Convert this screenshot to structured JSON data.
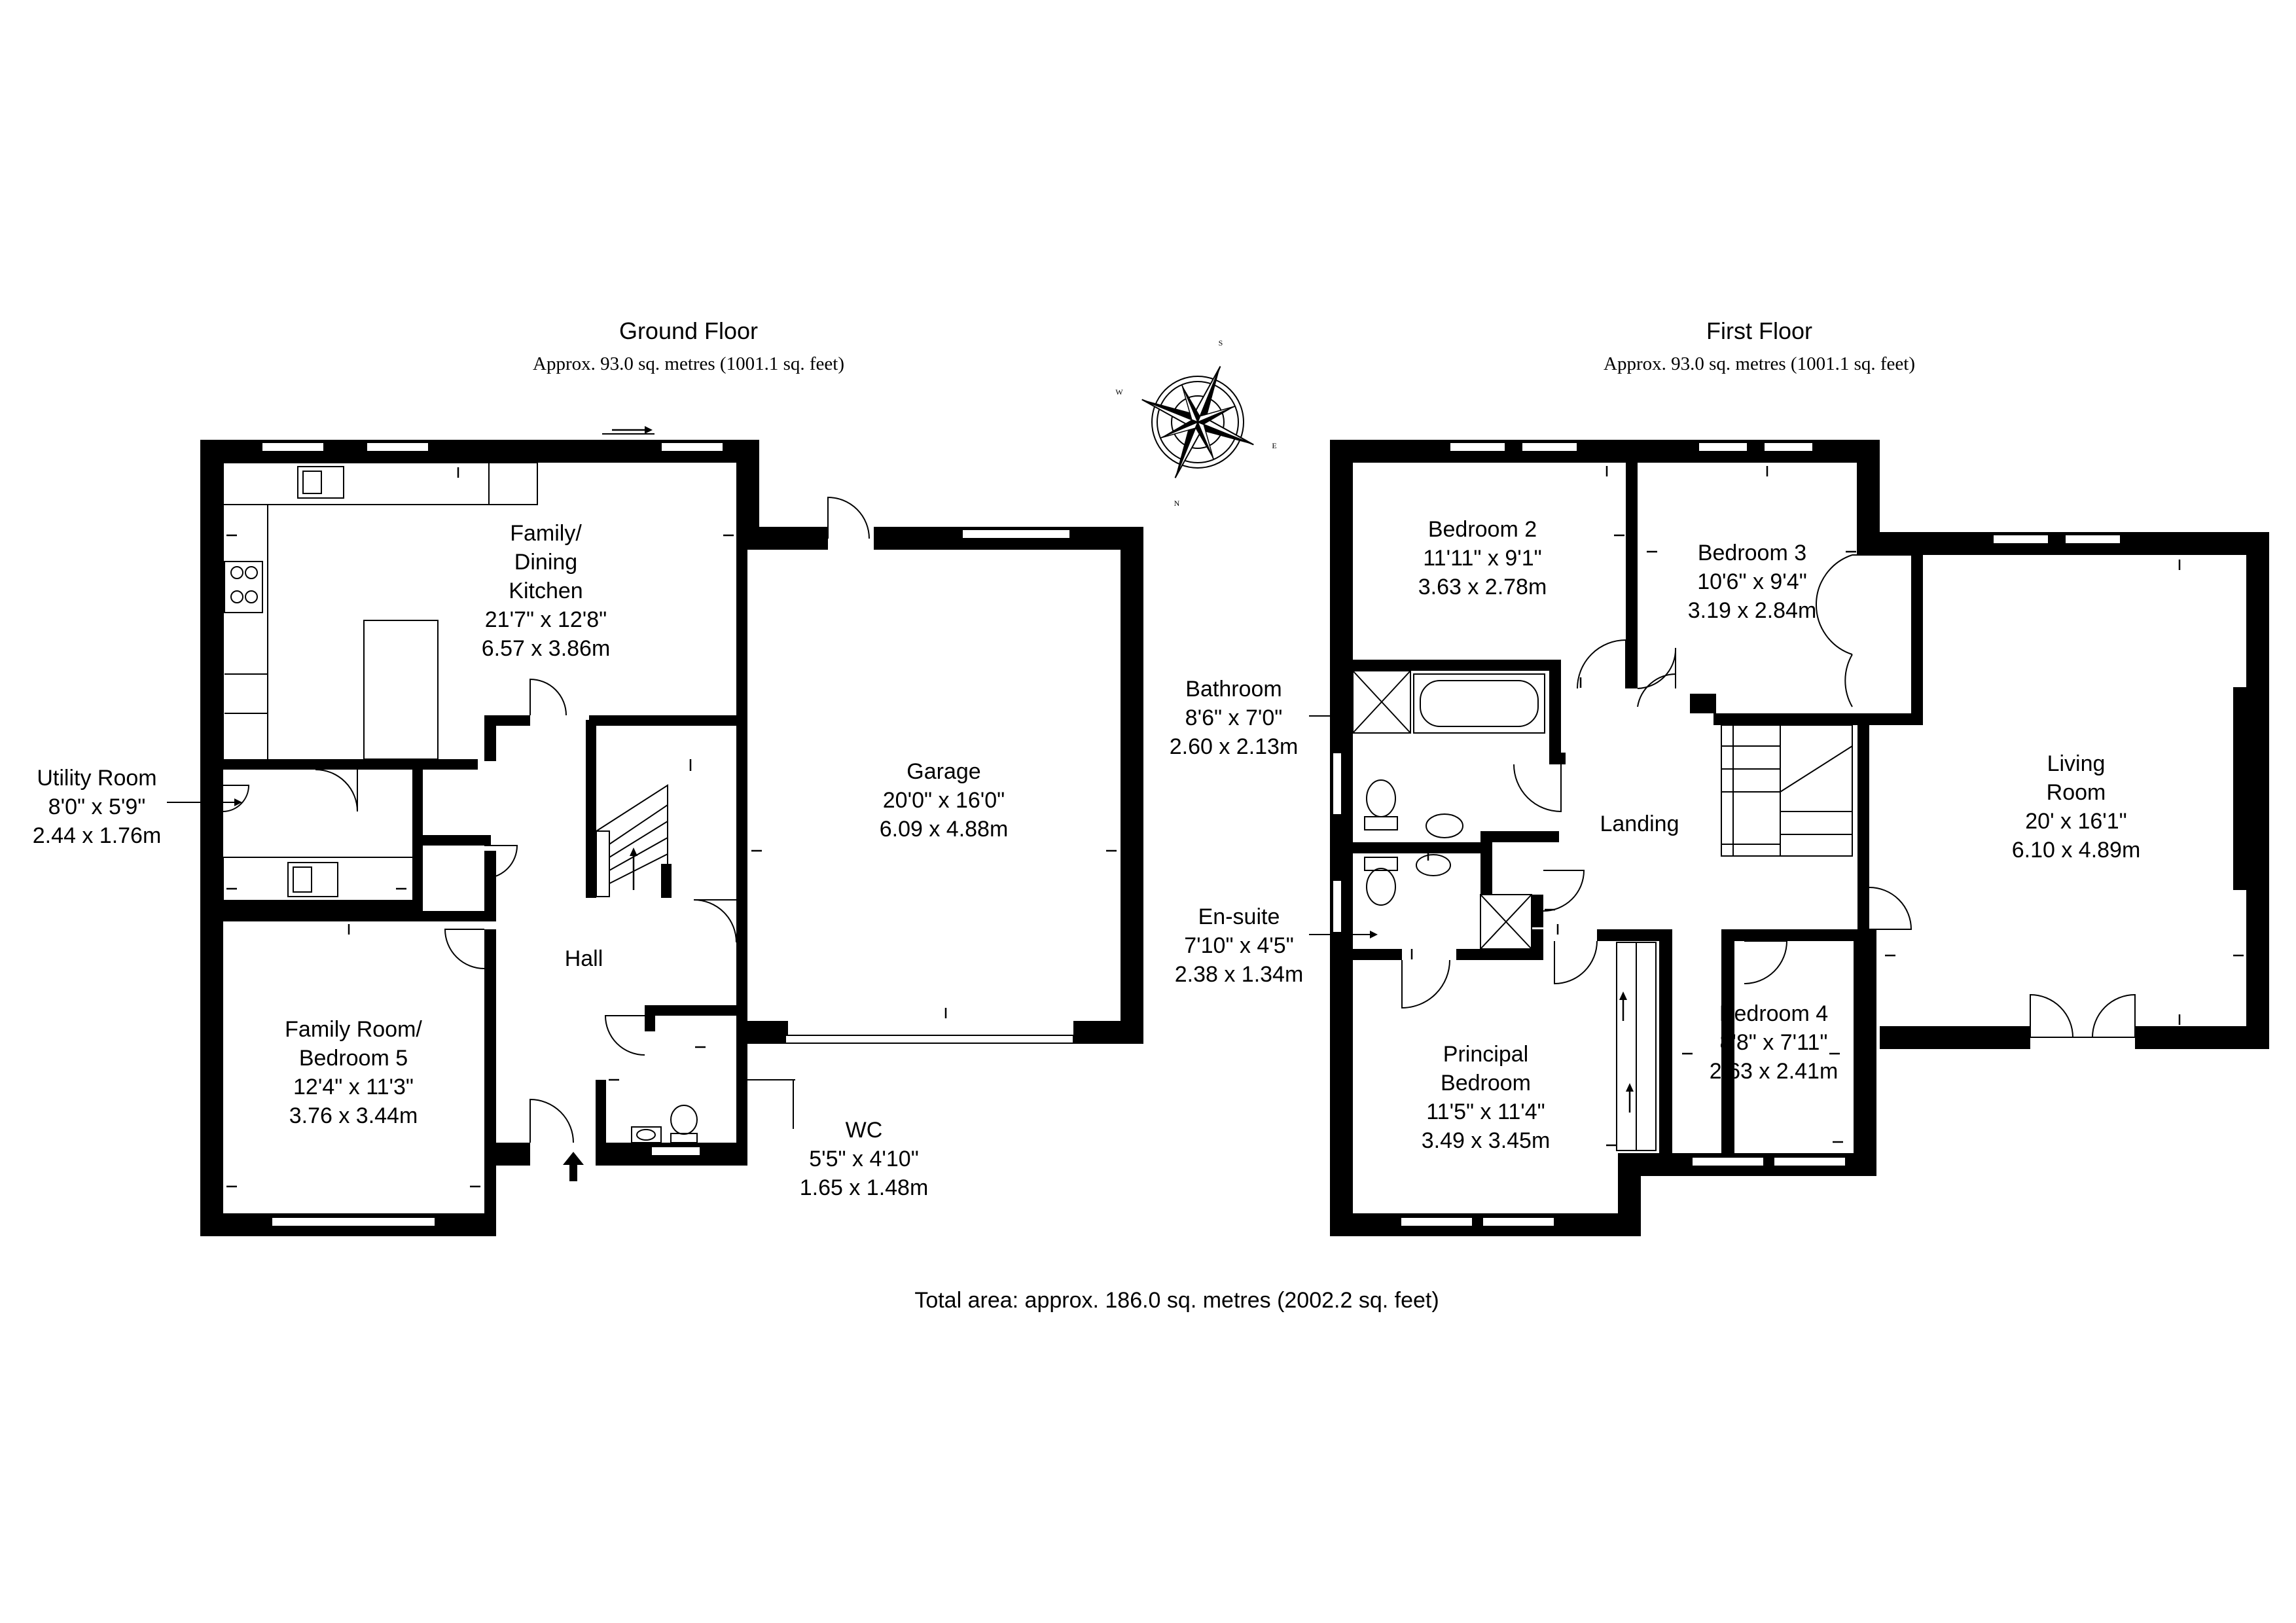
{
  "floors": {
    "ground": {
      "title": "Ground Floor",
      "area": "Approx. 93.0 sq. metres (1001.1 sq. feet)",
      "rooms": {
        "kitchen": {
          "name_lines": [
            "Family/",
            "Dining",
            "Kitchen"
          ],
          "imperial": "21'7\" x 12'8\"",
          "metric": "6.57 x 3.86m"
        },
        "utility": {
          "name": "Utility Room",
          "imperial": "8'0\" x 5'9\"",
          "metric": "2.44 x 1.76m"
        },
        "family_room": {
          "name_lines": [
            "Family Room/",
            "Bedroom 5"
          ],
          "imperial": "12'4\" x 11'3\"",
          "metric": "3.76 x 3.44m"
        },
        "hall": {
          "name": "Hall"
        },
        "garage": {
          "name": "Garage",
          "imperial": "20'0\" x 16'0\"",
          "metric": "6.09 x 4.88m"
        },
        "wc": {
          "name": "WC",
          "imperial": "5'5\" x 4'10\"",
          "metric": "1.65 x 1.48m"
        }
      }
    },
    "first": {
      "title": "First Floor",
      "area": "Approx. 93.0 sq. metres (1001.1 sq. feet)",
      "rooms": {
        "bedroom2": {
          "name": "Bedroom 2",
          "imperial": "11'11\" x 9'1\"",
          "metric": "3.63 x 2.78m"
        },
        "bedroom3": {
          "name": "Bedroom 3",
          "imperial": "10'6\" x 9'4\"",
          "metric": "3.19 x 2.84m"
        },
        "bathroom": {
          "name": "Bathroom",
          "imperial": "8'6\" x 7'0\"",
          "metric": "2.60 x 2.13m"
        },
        "landing": {
          "name": "Landing"
        },
        "living": {
          "name_lines": [
            "Living",
            "Room"
          ],
          "imperial": "20' x 16'1\"",
          "metric": "6.10 x 4.89m"
        },
        "ensuite": {
          "name": "En-suite",
          "imperial": "7'10\" x 4'5\"",
          "metric": "2.38 x 1.34m"
        },
        "principal": {
          "name_lines": [
            "Principal",
            "Bedroom"
          ],
          "imperial": "11'5\" x 11'4\"",
          "metric": "3.49 x 3.45m"
        },
        "bedroom4": {
          "name": "Bedroom 4",
          "imperial": "8'8\" x 7'11\"",
          "metric": "2.63 x 2.41m"
        }
      }
    }
  },
  "compass": {
    "letters": [
      "S",
      "E",
      "N",
      "W"
    ]
  },
  "total_area": "Total area: approx. 186.0 sq. metres (2002.2 sq. feet)"
}
